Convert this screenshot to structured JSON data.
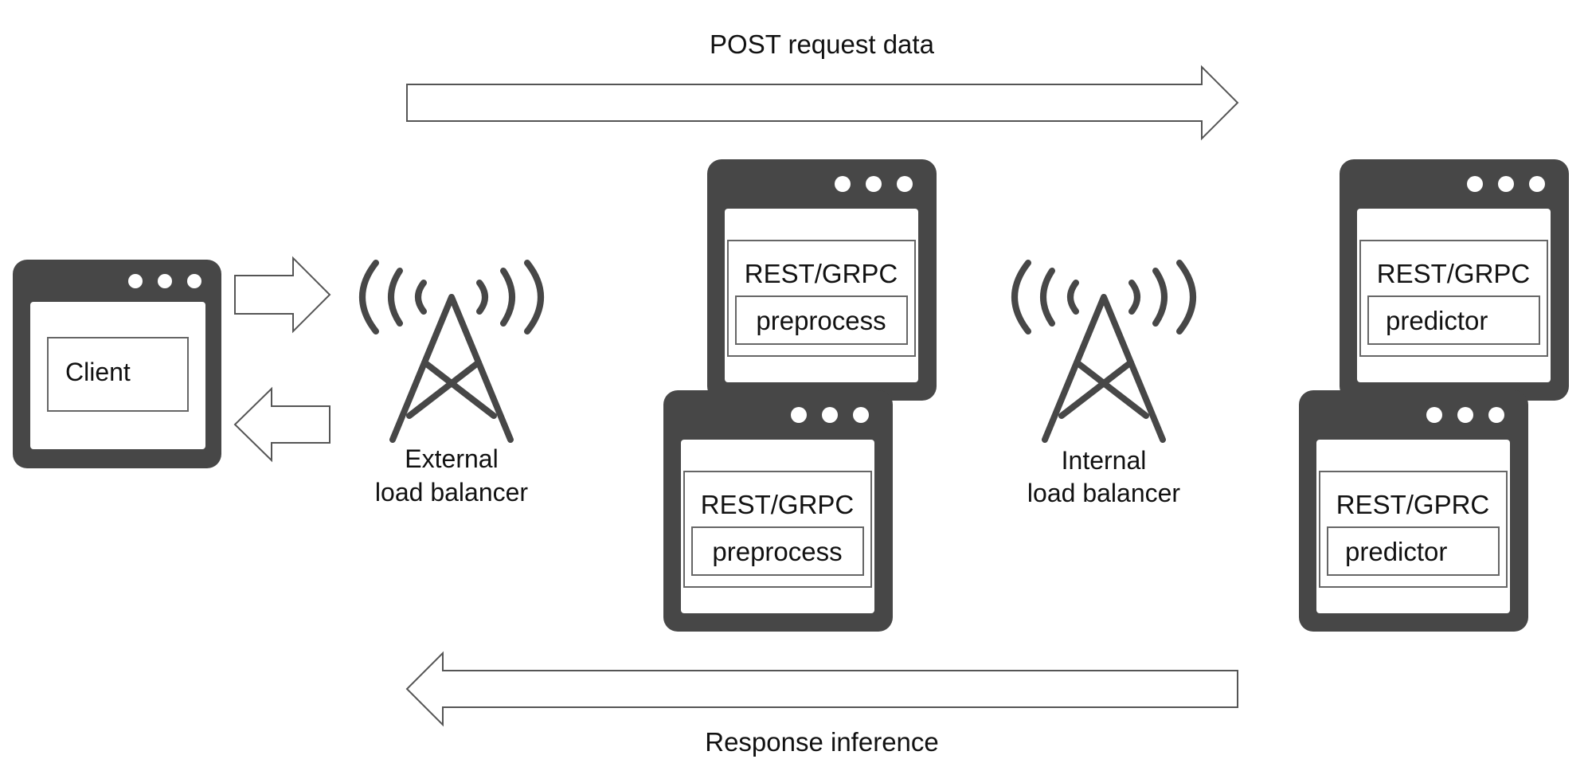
{
  "colors": {
    "window_frame": "#474747",
    "arrow_stroke": "#555555",
    "box_stroke": "#666666",
    "text": "#111111",
    "background": "#ffffff"
  },
  "arrows": {
    "top_label": "POST request data",
    "bottom_label": "Response inference"
  },
  "client": {
    "label": "Client",
    "icon": "browser-window-icon"
  },
  "external_lb": {
    "line1": "External",
    "line2": "load balancer",
    "icon": "antenna-tower-icon"
  },
  "internal_lb": {
    "line1": "Internal",
    "line2": "load balancer",
    "icon": "antenna-tower-icon"
  },
  "preprocess_nodes": [
    {
      "outer_label": "REST/GRPC",
      "inner_label": "preprocess"
    },
    {
      "outer_label": "REST/GRPC",
      "inner_label": "preprocess"
    }
  ],
  "predictor_nodes": [
    {
      "outer_label": "REST/GRPC",
      "inner_label": "predictor"
    },
    {
      "outer_label": "REST/GPRC",
      "inner_label": "predictor"
    }
  ]
}
